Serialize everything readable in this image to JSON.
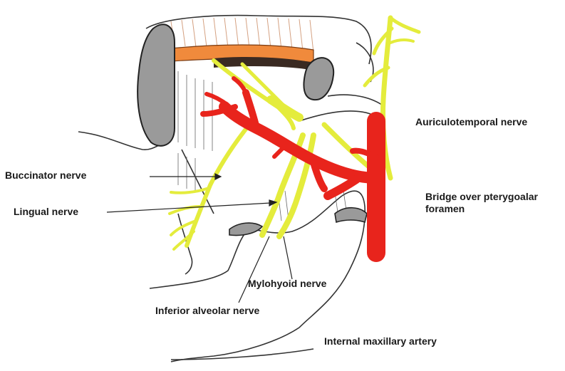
{
  "diagram": {
    "labels": {
      "auriculotemporal": "Auriculotemporal nerve",
      "buccinator": "Buccinator nerve",
      "lingual": "Lingual  nerve",
      "bridge_line1": "Bridge over pterygoalar",
      "bridge_line2": "foramen",
      "mylohyoid": "Mylohyoid nerve",
      "inferior_alveolar": "Inferior alveolar nerve",
      "internal_maxillary": "Internal maxillary artery"
    },
    "colors": {
      "artery": "#e8241c",
      "nerve": "#e4ec3c",
      "bone": "#9a9a9a",
      "muscle": "#f08a3c",
      "outline": "#333333"
    }
  }
}
